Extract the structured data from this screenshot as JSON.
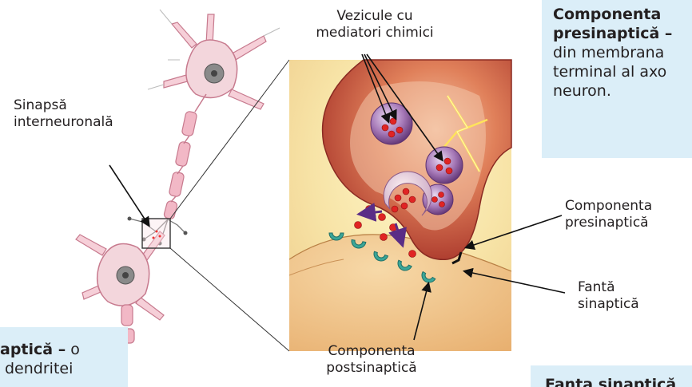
{
  "labels": {
    "vezicule": [
      "Vezicule cu",
      "mediatori chimici"
    ],
    "sinapsa": [
      "Sinapsă",
      "interneuronală"
    ],
    "comp_pre": [
      "Componenta",
      "presinaptică"
    ],
    "fanta": [
      "Fantă",
      "sinaptică"
    ],
    "comp_post": [
      "Componenta",
      "postsinaptică"
    ]
  },
  "boxes": {
    "top_right": {
      "bold_lines": [
        "Componenta",
        "presinaptică –"
      ],
      "lines": [
        "din membrana",
        "terminal al axo",
        "neuron."
      ]
    },
    "bottom_left": {
      "bold": "aptică –",
      "rest": " o",
      "line2": "dendritei"
    },
    "bottom_right": {
      "bold": "Fanta sinaptică"
    }
  },
  "colors": {
    "box_bg": "#dbeef8",
    "neuron_pink": "#f2b8c6",
    "neuron_outline": "#c77a8e",
    "postsyn_tan": "#f0c48a",
    "presyn_red": "#b8452f",
    "vesicle_purple": "#7d4a8f",
    "mediator_red": "#e02424",
    "receptor_teal": "#3aa698"
  }
}
